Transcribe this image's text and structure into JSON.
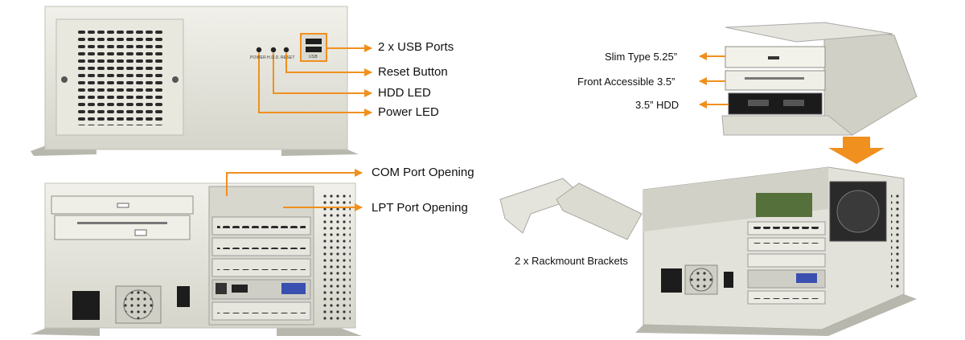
{
  "front_panel": {
    "callouts": {
      "usb": "2 x USB Ports",
      "reset": "Reset Button",
      "hdd_led": "HDD LED",
      "power_led": "Power LED"
    },
    "led_labels": {
      "power": "POWER",
      "hdd": "H.D.D.",
      "reset": "RESET",
      "usb": "USB"
    }
  },
  "rear_panel": {
    "callouts": {
      "com": "COM Port Opening",
      "lpt": "LPT Port Opening"
    }
  },
  "drive_cage": {
    "callouts": {
      "slim": "Slim Type 5.25”",
      "front35": "Front Accessible 3.5”",
      "hdd35": "3.5” HDD"
    }
  },
  "brackets": {
    "label": "2 x Rackmount Brackets"
  },
  "colors": {
    "accent": "#f0901e",
    "chassis": "#e7e6dc",
    "chassis_dark": "#c9c8bd",
    "metal": "#b9b9b2"
  }
}
